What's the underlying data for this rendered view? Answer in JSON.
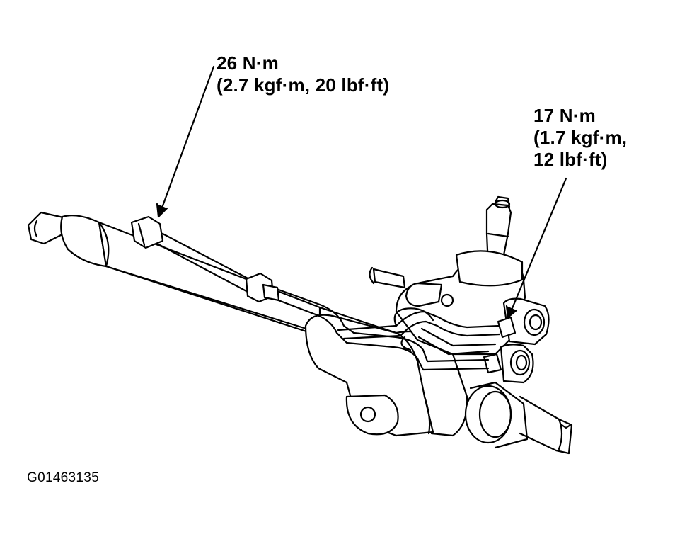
{
  "callouts": {
    "left": {
      "torque": "26 N·m",
      "detail": "(2.7 kgf·m, 20 lbf·ft)"
    },
    "right": {
      "torque": "17 N·m",
      "detail_line1": "(1.7 kgf·m,",
      "detail_line2": "12 lbf·ft)"
    }
  },
  "figure_id": "G01463135",
  "colors": {
    "ink": "#000000",
    "paper": "#ffffff"
  }
}
